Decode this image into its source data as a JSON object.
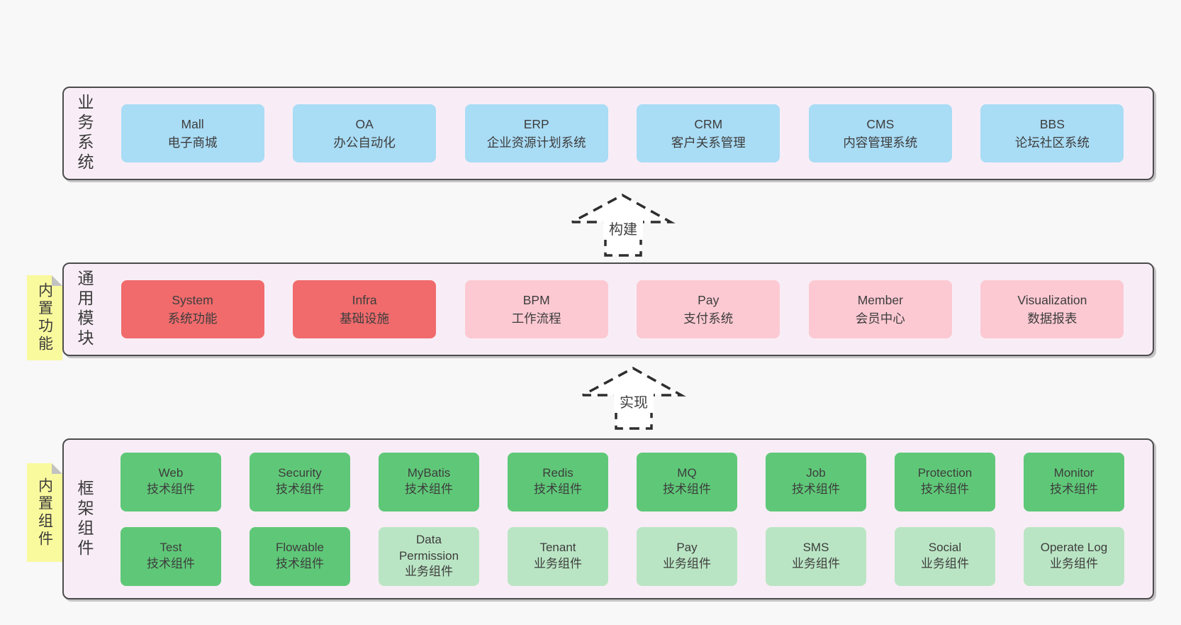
{
  "colors": {
    "page_bg": "#f8f8f8",
    "band_bg": "#f8edf6",
    "band_border": "#4c4c4c",
    "business_box_blue": "#a9dcf5",
    "core_module_red": "#f16b6c",
    "module_pink": "#fcc9d2",
    "tech_component_green": "#5fc878",
    "biz_component_light_green": "#bae5c4",
    "sticky_yellow": "#f9f99e",
    "text": "#3d3d3d"
  },
  "arrows": [
    {
      "label": "构建"
    },
    {
      "label": "实现"
    }
  ],
  "bands": [
    {
      "label": "业务系统",
      "boxes": [
        {
          "en": "Mall",
          "zh": "电子商城",
          "type": "blue"
        },
        {
          "en": "OA",
          "zh": "办公自动化",
          "type": "blue"
        },
        {
          "en": "ERP",
          "zh": "企业资源计划系统",
          "type": "blue"
        },
        {
          "en": "CRM",
          "zh": "客户关系管理",
          "type": "blue"
        },
        {
          "en": "CMS",
          "zh": "内容管理系统",
          "type": "blue"
        },
        {
          "en": "BBS",
          "zh": "论坛社区系统",
          "type": "blue"
        }
      ]
    },
    {
      "label": "通用模块",
      "sticky": "内置功能",
      "boxes": [
        {
          "en": "System",
          "zh": "系统功能",
          "type": "red"
        },
        {
          "en": "Infra",
          "zh": "基础设施",
          "type": "red"
        },
        {
          "en": "BPM",
          "zh": "工作流程",
          "type": "pink"
        },
        {
          "en": "Pay",
          "zh": "支付系统",
          "type": "pink"
        },
        {
          "en": "Member",
          "zh": "会员中心",
          "type": "pink"
        },
        {
          "en": "Visualization",
          "zh": "数据报表",
          "type": "pink"
        }
      ]
    },
    {
      "label": "框架组件",
      "sticky": "内置组件",
      "rows": [
        [
          {
            "en": "Web",
            "zh": "技术组件",
            "type": "green"
          },
          {
            "en": "Security",
            "zh": "技术组件",
            "type": "green"
          },
          {
            "en": "MyBatis",
            "zh": "技术组件",
            "type": "green"
          },
          {
            "en": "Redis",
            "zh": "技术组件",
            "type": "green"
          },
          {
            "en": "MQ",
            "zh": "技术组件",
            "type": "green"
          },
          {
            "en": "Job",
            "zh": "技术组件",
            "type": "green"
          },
          {
            "en": "Protection",
            "zh": "技术组件",
            "type": "green"
          },
          {
            "en": "Monitor",
            "zh": "技术组件",
            "type": "green"
          }
        ],
        [
          {
            "en": "Test",
            "zh": "技术组件",
            "type": "green"
          },
          {
            "en": "Flowable",
            "zh": "技术组件",
            "type": "green"
          },
          {
            "en": "Data Permission",
            "zh": "业务组件",
            "type": "light_green"
          },
          {
            "en": "Tenant",
            "zh": "业务组件",
            "type": "light_green"
          },
          {
            "en": "Pay",
            "zh": "业务组件",
            "type": "light_green"
          },
          {
            "en": "SMS",
            "zh": "业务组件",
            "type": "light_green"
          },
          {
            "en": "Social",
            "zh": "业务组件",
            "type": "light_green"
          },
          {
            "en": "Operate Log",
            "zh": "业务组件",
            "type": "light_green"
          }
        ]
      ]
    }
  ]
}
